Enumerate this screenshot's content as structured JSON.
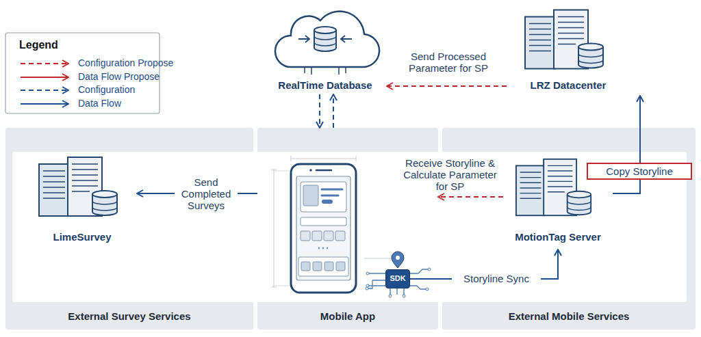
{
  "diagram": {
    "nodes": [
      {
        "text": [
          "RealTime Database"
        ]
      },
      {
        "text": [
          "LRZ Datacenter"
        ]
      },
      {
        "text": [
          "External Survey Services"
        ]
      },
      {
        "text": [
          "Mobile App"
        ]
      },
      {
        "text": [
          "External Mobile Services"
        ]
      },
      {
        "text": [
          "LimeSurvey"
        ],
        "in": 2
      },
      {
        "text": [
          "SDK"
        ],
        "in": 3
      },
      {
        "text": [
          "MotionTag Server"
        ],
        "in": 4
      }
    ],
    "edges": [
      {
        "from": 0,
        "to": 3,
        "arrow": "to"
      },
      {
        "from": 3,
        "to": 0,
        "arrow": "to"
      },
      {
        "from": 1,
        "to": 0,
        "label": "Send Processed Parameter for SP",
        "arrow": "to"
      },
      {
        "from": 3,
        "to": 5,
        "label": "Send Completed Surveys",
        "arrow": "to"
      },
      {
        "from": 7,
        "to": 3,
        "label": "Receive Storyline & Calculate Parameter for SP",
        "arrow": "to"
      },
      {
        "from": 6,
        "to": 7,
        "label": "Storyline Sync",
        "arrow": "to"
      },
      {
        "from": 7,
        "to": 1,
        "label": "Copy Storyline",
        "arrow": "to"
      }
    ],
    "labels": [
      "Legend"
    ],
    "legend": [
      {
        "text": "Configuration Propose"
      },
      {
        "text": "Data Flow Propose"
      },
      {
        "text": "Configuration"
      },
      {
        "text": "Data Flow"
      }
    ]
  }
}
